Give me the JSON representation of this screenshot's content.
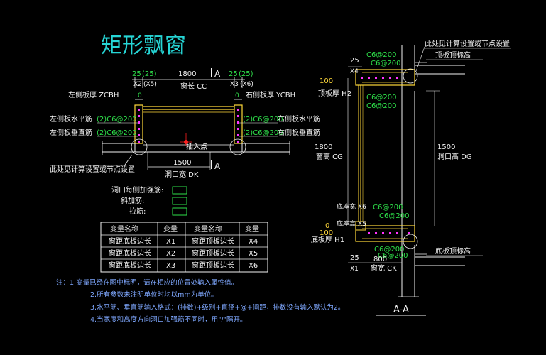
{
  "title": "矩形飘窗",
  "plan": {
    "dim_top_left_green": "25",
    "dim_top_left_paren": "(25)",
    "dim_top_mid": "1800",
    "dim_top_right_green": "25",
    "dim_top_right_paren": "(25)",
    "section_mark_top": "A",
    "section_mark_bottom": "A",
    "x2_label": "X2",
    "x5_label": "(X5)",
    "window_length": "窗长 CC",
    "x3_label": "X3",
    "x6_label": "(X6)",
    "left_thick": "左侧板厚 ZCBH",
    "right_thick": "右侧板厚 YCBH",
    "zero_left": "0",
    "zero_right": "0",
    "left_horizontal_bar": "左侧板水平筋",
    "left_vertical_bar": "左侧板垂直筋",
    "right_horizontal_bar": "右侧板水平筋",
    "right_vertical_bar": "右侧板垂直筋",
    "rebar_lh": "(2)C6@200",
    "rebar_lv": "(2)C6@200",
    "rebar_rh": "(2)C6@200",
    "rebar_rv": "(2)C6@200",
    "insert_point": "插入点",
    "note_calc": "此处见计算设置或节点设置",
    "dim_opening": "1500",
    "opening_width": "洞口宽 DK"
  },
  "extra_bars": [
    {
      "label": "洞口每侧加强筋:"
    },
    {
      "label": "斜加筋:"
    },
    {
      "label": "拉筋:"
    }
  ],
  "table": {
    "headers": [
      "变量名称",
      "变量",
      "变量名称",
      "变量"
    ],
    "rows": [
      [
        "窗距底板边长",
        "X1",
        "窗距顶板边长",
        "X4"
      ],
      [
        "窗距底板边长",
        "X2",
        "窗距顶板边长",
        "X5"
      ],
      [
        "窗距底板边长",
        "X3",
        "窗距顶板边长",
        "X6"
      ]
    ]
  },
  "notes": [
    "注：1.变量已经在图中标明，请在相应的位置处输入属性值。",
    "2.所有参数未注明单位时均以mm为单位。",
    "3.水平筋、垂直筋输入格式：(排数)+级别+直径+@+间距，排数没有输入默认为2。",
    "4.当宽度和高度方向洞口加强筋不同时，用\"/\"隔开。"
  ],
  "section": {
    "note_top": "此处见计算设置或节点设置",
    "top_level": "顶板顶标高",
    "dim_25": "25",
    "x4": "X4",
    "bar_top1": "C6@200",
    "bar_top2": "C6@200",
    "bar_top3": "C6@200",
    "bar_top4": "C6@200",
    "dim_100_top": "100",
    "top_thick": "顶板厚 H2",
    "dim_1800": "1800",
    "window_height": "窗高 CG",
    "dim_1500": "1500",
    "opening_height": "洞口高 DG",
    "sill_width": "底座宽",
    "sill_height": "底座高",
    "x_sill_w": "X6",
    "x_sill_h": "X5",
    "bar_bot1": "C6@200",
    "bar_bot2": "C6@200",
    "bar_bot3": "C6@200",
    "bar_bot4": "C6@200",
    "dim_0": "0",
    "dim_100_bot": "100",
    "bot_thick": "底板厚 H1",
    "dim_25b": "25",
    "dim_800": "800",
    "x1": "X1",
    "window_width": "窗宽 CK",
    "bottom_level": "底板顶标高",
    "section_title": "A-A"
  },
  "colors": {
    "background": "#000000",
    "dimension_white": "#f2f2f2",
    "rebar_green": "#2ee14a",
    "concrete_yellow": "#ffd83a",
    "title_cyan": "#26d6d6",
    "note_blue": "#7fa8ff",
    "marker_magenta": "#ff33ff",
    "point_red": "#ff2020"
  }
}
